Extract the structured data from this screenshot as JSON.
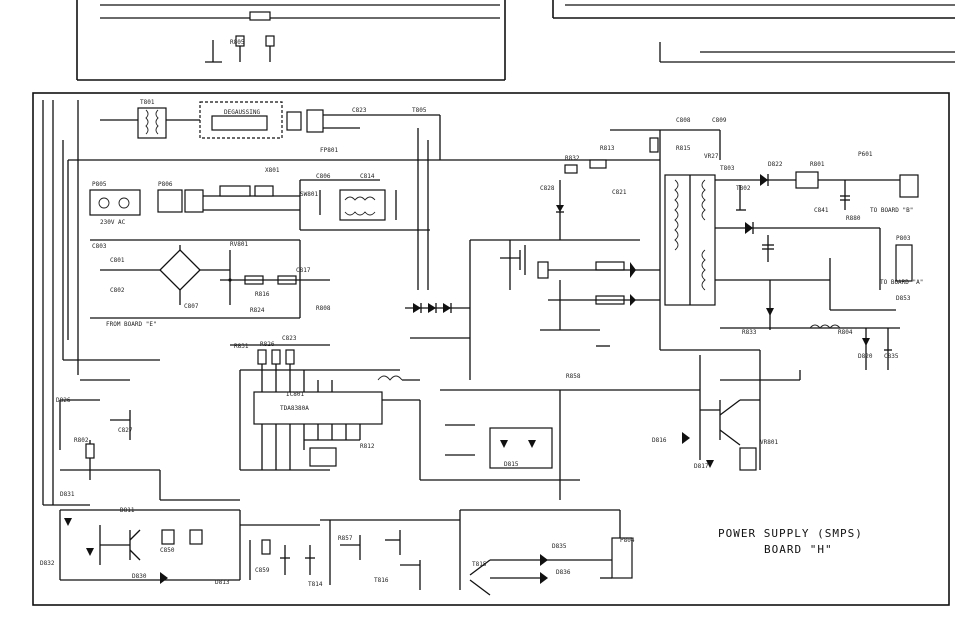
{
  "title": {
    "line1": "POWER SUPPLY (SMPS)",
    "line2": "BOARD \"H\""
  },
  "labels": [
    {
      "id": "L_T801",
      "text": "T801"
    },
    {
      "id": "L_SW",
      "text": "SW801"
    },
    {
      "id": "L_P805",
      "text": "P805"
    },
    {
      "id": "L_230V",
      "text": "230V AC"
    },
    {
      "id": "L_P806",
      "text": "P806"
    },
    {
      "id": "L_X801",
      "text": "X801"
    },
    {
      "id": "L_RV801",
      "text": "RV801"
    },
    {
      "id": "L_C806",
      "text": "C806"
    },
    {
      "id": "L_C814",
      "text": "C814"
    },
    {
      "id": "L_C801",
      "text": "C801"
    },
    {
      "id": "L_C802",
      "text": "C802"
    },
    {
      "id": "L_C803",
      "text": "C803"
    },
    {
      "id": "L_C807",
      "text": "C807"
    },
    {
      "id": "L_R816",
      "text": "R816"
    },
    {
      "id": "L_C817",
      "text": "C817"
    },
    {
      "id": "L_R824",
      "text": "R824"
    },
    {
      "id": "L_C823",
      "text": "C823"
    },
    {
      "id": "L_R608",
      "text": "R808"
    },
    {
      "id": "L_R831",
      "text": "R831"
    },
    {
      "id": "L_R826",
      "text": "R826"
    },
    {
      "id": "L_IC801",
      "text": "IC801"
    },
    {
      "id": "L_TDA",
      "text": "TDA8380A"
    },
    {
      "id": "L_R812",
      "text": "R812"
    },
    {
      "id": "L_R858",
      "text": "R858"
    },
    {
      "id": "L_R802",
      "text": "R802"
    },
    {
      "id": "L_C827",
      "text": "C827"
    },
    {
      "id": "L_D826",
      "text": "D826"
    },
    {
      "id": "L_D831",
      "text": "D831"
    },
    {
      "id": "L_D832",
      "text": "D832"
    },
    {
      "id": "L_C850",
      "text": "C850"
    },
    {
      "id": "L_D811",
      "text": "D811"
    },
    {
      "id": "L_D830",
      "text": "D830"
    },
    {
      "id": "L_D813",
      "text": "D813"
    },
    {
      "id": "L_C859",
      "text": "C859"
    },
    {
      "id": "L_R857",
      "text": "R857"
    },
    {
      "id": "L_T614",
      "text": "T814"
    },
    {
      "id": "L_T816",
      "text": "T816"
    },
    {
      "id": "L_T815",
      "text": "T815"
    },
    {
      "id": "L_D835",
      "text": "D835"
    },
    {
      "id": "L_D836",
      "text": "D836"
    },
    {
      "id": "L_P804",
      "text": "P804"
    },
    {
      "id": "L_D815",
      "text": "D815"
    },
    {
      "id": "L_D816",
      "text": "D816"
    },
    {
      "id": "L_D817",
      "text": "D817"
    },
    {
      "id": "L_VR801",
      "text": "VR801"
    },
    {
      "id": "L_T803",
      "text": "T803"
    },
    {
      "id": "L_T802",
      "text": "T802"
    },
    {
      "id": "L_D822",
      "text": "D822"
    },
    {
      "id": "L_R801",
      "text": "R801"
    },
    {
      "id": "L_P601",
      "text": "P601"
    },
    {
      "id": "L_P803",
      "text": "P803"
    },
    {
      "id": "L_C841",
      "text": "C841"
    },
    {
      "id": "L_R880",
      "text": "R880"
    },
    {
      "id": "L_D820",
      "text": "D820"
    },
    {
      "id": "L_C835",
      "text": "C835"
    },
    {
      "id": "L_R804",
      "text": "R804"
    },
    {
      "id": "L_C808",
      "text": "C808"
    },
    {
      "id": "L_C809",
      "text": "C809"
    },
    {
      "id": "L_R815",
      "text": "R815"
    },
    {
      "id": "L_VR2",
      "text": "VR27"
    },
    {
      "id": "L_C828",
      "text": "C828"
    },
    {
      "id": "L_C821",
      "text": "C821"
    },
    {
      "id": "L_R813",
      "text": "R813"
    },
    {
      "id": "L_R832",
      "text": "R832"
    },
    {
      "id": "L_R805",
      "text": "R805"
    },
    {
      "id": "L_FP",
      "text": "FP801"
    },
    {
      "id": "L_R833",
      "text": "R833"
    },
    {
      "id": "L_TO_B",
      "text": "TO BOARD \"B\""
    },
    {
      "id": "L_TO_A",
      "text": "TO BOARD \"A\""
    },
    {
      "id": "L_D853",
      "text": "D853"
    },
    {
      "id": "L_C823b",
      "text": "C823"
    },
    {
      "id": "L_DEGAUSS",
      "text": "DEGAUSSING"
    },
    {
      "id": "L_FROM",
      "text": "FROM BOARD \"E\""
    },
    {
      "id": "L_T805",
      "text": "T805"
    }
  ]
}
